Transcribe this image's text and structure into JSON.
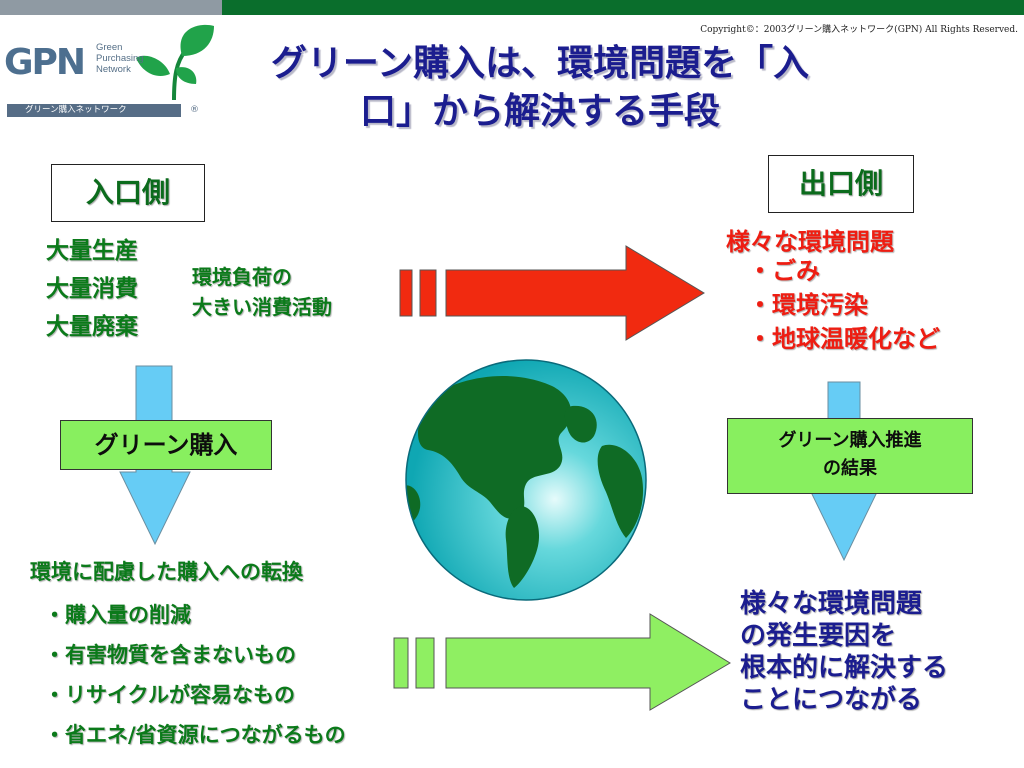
{
  "header": {
    "copyright": "Copyright©：2003グリーン購入ネットワーク(GPN) All Rights Reserved.",
    "colors": {
      "gray_bar": "#8f9aa3",
      "green_bar": "#0a6e2c"
    }
  },
  "logo": {
    "letters": "GPN",
    "words": [
      "Green",
      "Purchasing",
      "Network"
    ],
    "strip_text": "グリーン購入ネットワーク",
    "registered": "®"
  },
  "title": {
    "line1": "グリーン購入は、環境問題を「入",
    "line2": "口」から解決する手段"
  },
  "input_side": {
    "label": "入口側",
    "items": [
      "大量生産",
      "大量消費",
      "大量廃棄"
    ],
    "load_line1": "環境負荷の",
    "load_line2": "大きい消費活動"
  },
  "output_side": {
    "label": "出口側",
    "issues_title": "様々な環境問題",
    "issues": [
      "・ごみ",
      "・環境汚染",
      "・地球温暖化など"
    ]
  },
  "green_purchase": {
    "label": "グリーン購入"
  },
  "result": {
    "line1": "グリーン購入推進",
    "line2": "の結果"
  },
  "shift": {
    "title": "環境に配慮した購入への転換",
    "items": [
      "・購入量の削減",
      "・有害物質を含まないもの",
      "・リサイクルが容易なもの",
      "・省エネ/省資源につながるもの"
    ]
  },
  "solution": {
    "lines": [
      "様々な環境問題",
      "の発生要因を",
      "根本的に解決する",
      "ことにつながる"
    ]
  },
  "colors": {
    "title": "#1b1d8f",
    "green_text": "#0b7a1a",
    "red_text": "#ee1d12",
    "red_arrow": "#f12a10",
    "green_arrow": "#8fef62",
    "blue_arrow": "#66ccf5",
    "globe_ocean": "#27c0c8",
    "globe_land": "#0f6b25"
  }
}
